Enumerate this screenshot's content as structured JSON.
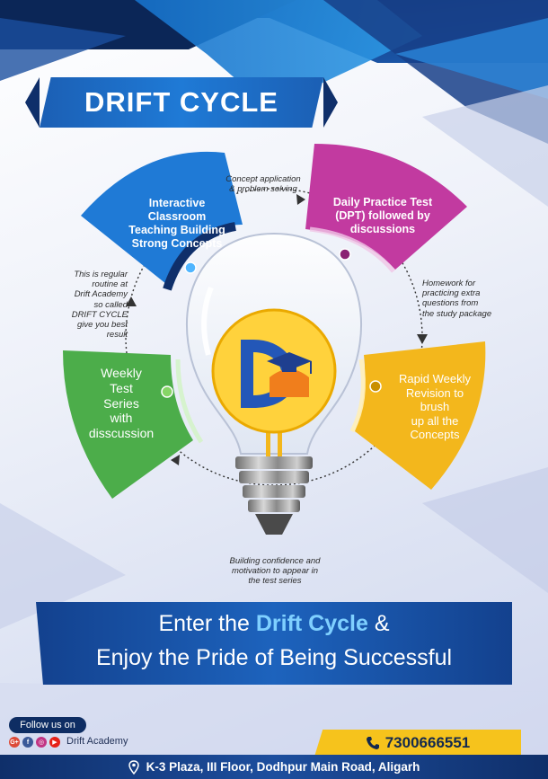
{
  "title": "DRIFT CYCLE",
  "segments": {
    "classroom": {
      "lines": [
        "Interactive",
        "Classroom",
        "Teaching Building",
        "Strong Concepts"
      ]
    },
    "dpt": {
      "lines": [
        "Daily Practice Test",
        "(DPT) followed by",
        "discussions"
      ]
    },
    "revision": {
      "lines": [
        "Rapid Weekly",
        "Revision to",
        "brush",
        "up all the",
        "Concepts"
      ]
    },
    "test_series": {
      "lines": [
        "Weekly",
        "Test",
        "Series",
        "with",
        "disscussion"
      ]
    }
  },
  "notes": {
    "top": {
      "lines": [
        "Concept application",
        "& problem solving"
      ]
    },
    "right": {
      "lines": [
        "Homework for",
        "practicing extra",
        "questions from",
        "the study package"
      ]
    },
    "bottom": {
      "lines": [
        "Building confidence and",
        "motivation to appear in",
        "the test series"
      ]
    },
    "left": {
      "lines": [
        "This is regular",
        "routine at",
        "Drift Academy",
        "so called",
        "DRIFT CYCLE",
        "give you best",
        "result"
      ]
    }
  },
  "cta": {
    "line1_prefix": "Enter the ",
    "line1_highlight": "Drift Cycle",
    "line1_suffix": " &",
    "line2": "Enjoy the Pride of Being Successful"
  },
  "footer": {
    "follow_label": "Follow us on",
    "social_icons": [
      "google-plus-icon",
      "facebook-icon",
      "instagram-icon",
      "youtube-icon"
    ],
    "social_glyphs": [
      "G+",
      "f",
      "◎",
      "▶"
    ],
    "handle": "Drift Academy",
    "phone": "7300666551",
    "address": "K-3 Plaza, III Floor, Dodhpur Main Road, Aligarh"
  },
  "colors": {
    "blue": "#1f7ad6",
    "magenta": "#c23aa0",
    "yellow": "#f3b71c",
    "green": "#4cad4a",
    "navy": "#0f2f6a",
    "logo_blue": "#2357b8",
    "logo_orange": "#f07e1c"
  }
}
